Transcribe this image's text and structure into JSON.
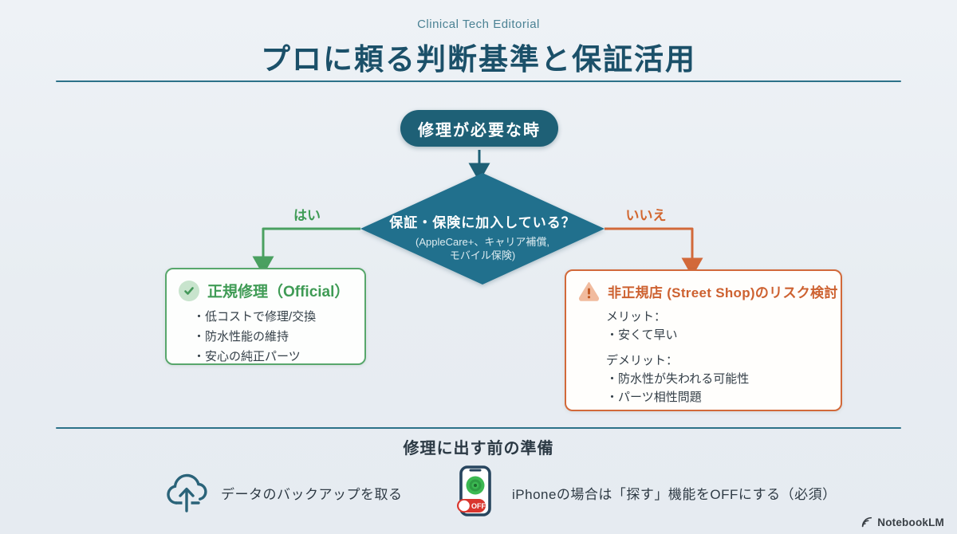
{
  "header": {
    "eyebrow": "Clinical Tech Editorial",
    "title": "プロに頼る判断基準と保証活用"
  },
  "flowchart": {
    "start_node": "修理が必要な時",
    "decision": {
      "question": "保証・保険に加入している？",
      "subtitle_line1": "(AppleCare+、キャリア補償,",
      "subtitle_line2": "モバイル保険)"
    },
    "yes_label": "はい",
    "no_label": "いいえ",
    "official_box": {
      "title": "正規修理（Official）",
      "items": [
        "・低コストで修理/交換",
        "・防水性能の維持",
        "・安心の純正パーツ"
      ]
    },
    "street_box": {
      "title": "非正規店 (Street Shop)のリスク検討",
      "merit_label": "メリット：",
      "merit_items": [
        "・安くて早い"
      ],
      "demerit_label": "デメリット：",
      "demerit_items": [
        "・防水性が失われる可能性",
        "・パーツ相性問題"
      ]
    }
  },
  "footer": {
    "heading": "修理に出す前の準備",
    "items": [
      {
        "icon": "cloud-upload-icon",
        "text": "データのバックアップを取る"
      },
      {
        "icon": "phone-find-off-icon",
        "text": "iPhoneの場合は「探す」機能をOFFにする（必須）",
        "badge": "OFF"
      }
    ]
  },
  "brand": {
    "name": "NotebookLM"
  },
  "colors": {
    "background": "#e9eef3",
    "teal_node": "#1e6076",
    "teal_diamond": "#21708d",
    "divider_teal": "#2c7289",
    "title_teal": "#1b5069",
    "green_accent": "#3f9b55",
    "orange_accent": "#d2693a",
    "off_badge_red": "#d9362e",
    "find_my_green": "#3cb952",
    "text_dark": "#333e47"
  }
}
